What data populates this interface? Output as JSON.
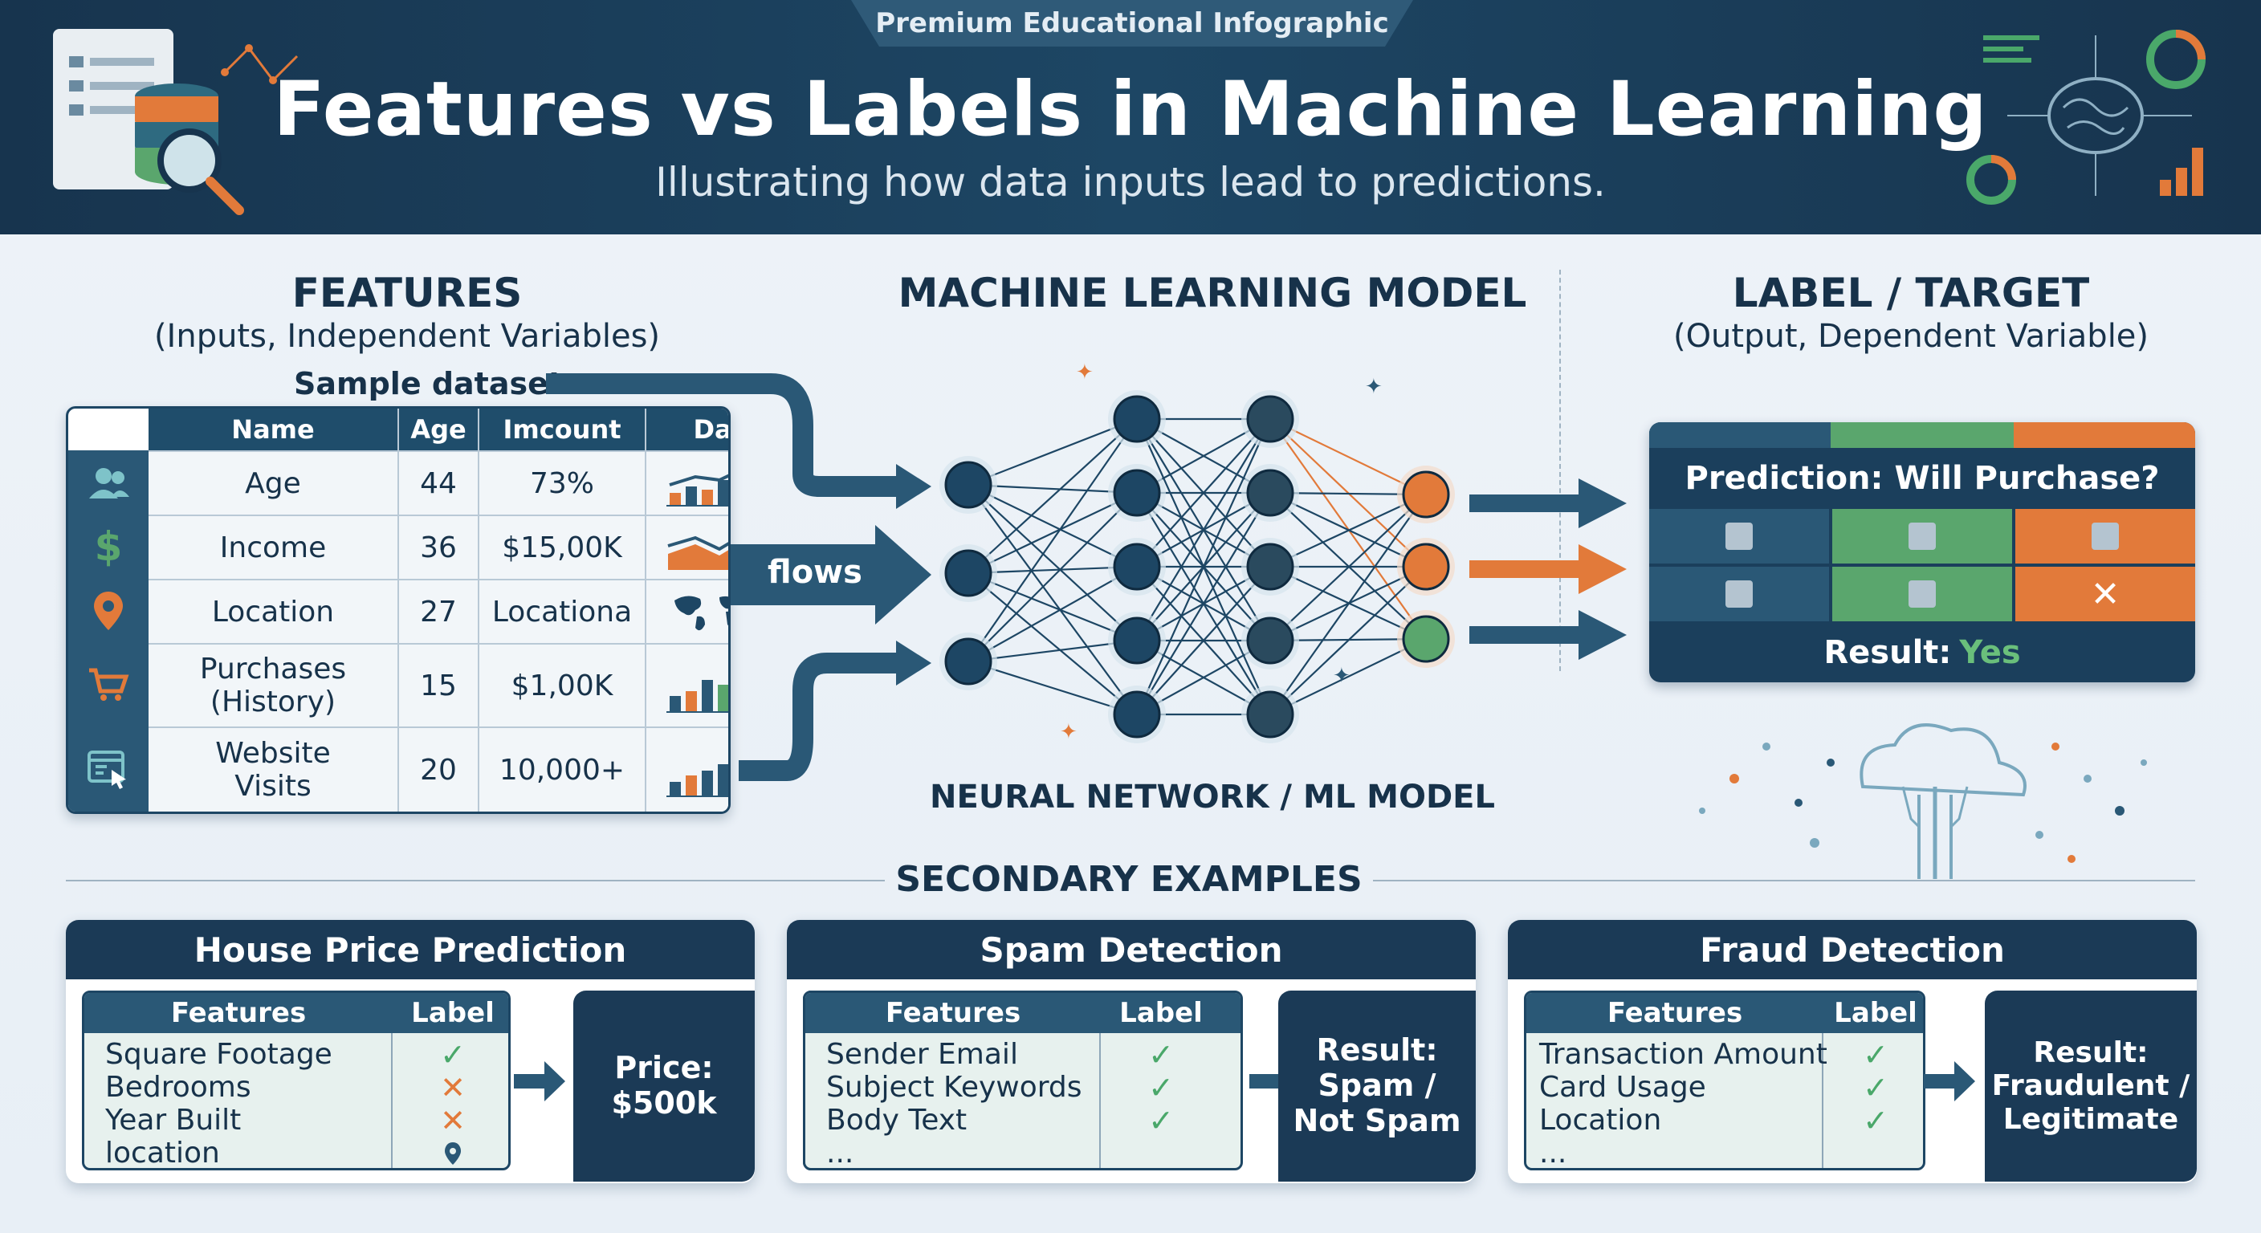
{
  "header": {
    "badge": "Premium Educational Infographic",
    "title": "Features vs Labels in Machine Learning",
    "subtitle": "Illustrating how data inputs lead to predictions."
  },
  "features": {
    "title": "FEATURES",
    "subtitle": "(Inputs, Independent Variables)",
    "sample_label": "Sample dataset",
    "columns": [
      "Name",
      "Age",
      "Imcount",
      "Data"
    ],
    "rows": [
      {
        "icon": "users-icon",
        "name": "Age",
        "age": "44",
        "imcount": "73%",
        "chart": "bar-line-chart-icon"
      },
      {
        "icon": "dollar-icon",
        "name": "Income",
        "age": "36",
        "imcount": "$15,00K",
        "chart": "area-chart-icon"
      },
      {
        "icon": "location-pin-icon",
        "name": "Location",
        "age": "27",
        "imcount": "Locationa",
        "chart": "world-map-icon"
      },
      {
        "icon": "shopping-cart-icon",
        "name": "Purchases (History)",
        "age": "15",
        "imcount": "$1,00K",
        "chart": "bar-chart-icon"
      },
      {
        "icon": "browser-click-icon",
        "name": "Website Visits",
        "age": "20",
        "imcount": "10,000+",
        "chart": "bar-chart-icon"
      }
    ]
  },
  "model": {
    "title": "MACHINE LEARNING MODEL",
    "flow_label": "flows",
    "caption": "NEURAL NETWORK / ML MODEL"
  },
  "label": {
    "title": "LABEL / TARGET",
    "subtitle": "(Output, Dependent Variable)",
    "question": "Prediction: Will Purchase?",
    "result_prefix": "Result:",
    "result_value": "Yes",
    "cross_mark": "✕"
  },
  "secondary": {
    "title": "SECONDARY EXAMPLES",
    "features_header": "Features",
    "label_header": "Label",
    "cards": [
      {
        "title": "House Price Prediction",
        "features": [
          "Square Footage",
          "Bedrooms",
          "Year Built",
          "location"
        ],
        "labels": [
          "check",
          "cross",
          "cross",
          "pin"
        ],
        "result": "Price:\n$500k"
      },
      {
        "title": "Spam Detection",
        "features": [
          "Sender Email",
          "Subject Keywords",
          "Body Text",
          "..."
        ],
        "labels": [
          "check",
          "check",
          "check",
          ""
        ],
        "result": "Result:\nSpam /\nNot Spam"
      },
      {
        "title": "Fraud Detection",
        "features": [
          "Transaction Amount",
          "Card Usage",
          "Location",
          "..."
        ],
        "labels": [
          "check",
          "check",
          "check",
          ""
        ],
        "result": "Result:\nFraudulent /\nLegitimate"
      }
    ]
  },
  "glyphs": {
    "check": "✓",
    "cross": "✕",
    "pin": "⬤"
  },
  "colors": {
    "navy": "#1b3a56",
    "teal": "#2a5876",
    "green": "#5aa66d",
    "orange": "#e27a3a",
    "background": "#eef3f8"
  }
}
